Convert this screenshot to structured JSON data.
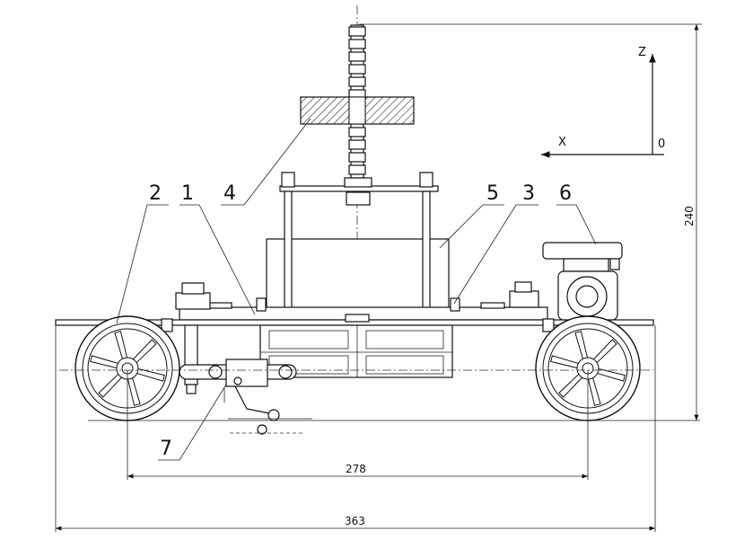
{
  "drawing": {
    "part_labels": [
      "2",
      "1",
      "4",
      "5",
      "3",
      "6",
      "7"
    ],
    "axes": {
      "z_label": "Z",
      "x_label": "X",
      "origin_label": "0"
    },
    "dimensions": {
      "height": "240",
      "wheelbase": "278",
      "overall_length": "363"
    }
  }
}
